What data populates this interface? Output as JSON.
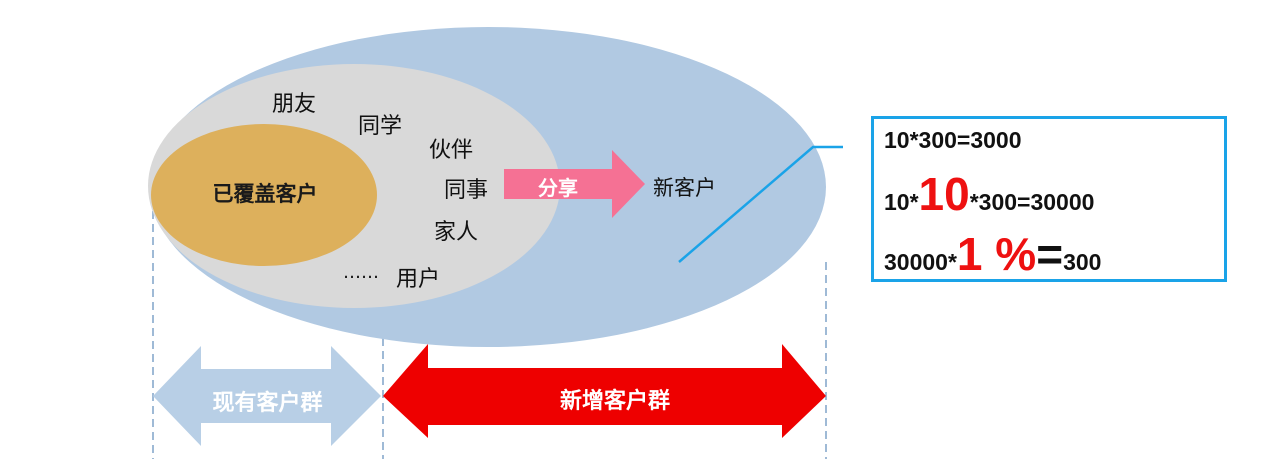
{
  "diagram": {
    "core_label": "已覆盖客户",
    "contacts": [
      "朋友",
      "同学",
      "伙伴",
      "同事",
      "家人"
    ],
    "ellipsis": "……",
    "users_label": "用户",
    "share_label": "分享",
    "new_customer_label": "新客户",
    "existing_group_label": "现有客户群",
    "new_group_label": "新增客户群"
  },
  "formulas": {
    "line1": "10*300=3000",
    "line2_prefix": "10*",
    "line2_big": "10",
    "line2_suffix": "*300=30000",
    "line3_prefix": "30000*",
    "line3_big": "1 %",
    "line3_equals": "=",
    "line3_suffix": "300"
  },
  "colors": {
    "outer_ellipse": "#b1c9e2",
    "inner_ellipse": "#d9d9d9",
    "core_ellipse": "#ddb05c",
    "share_arrow": "#f57194",
    "existing_arrow": "#b8cfe6",
    "new_arrow": "#ee0000",
    "accent_line": "#1aa3e8",
    "emphasis": "#ee1111"
  }
}
